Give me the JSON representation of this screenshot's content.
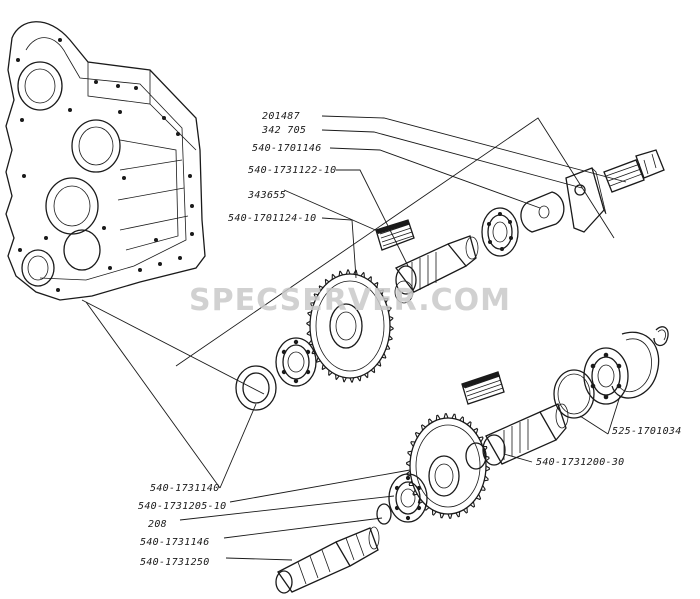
{
  "diagram": {
    "watermark": "SPECSERVER.COM",
    "part_labels": [
      {
        "id": "p201487",
        "text": "201487"
      },
      {
        "id": "p342705",
        "text": "342 705"
      },
      {
        "id": "p5401701146",
        "text": "540-1701146"
      },
      {
        "id": "p5401731122",
        "text": "540-1731122-10"
      },
      {
        "id": "p343655",
        "text": "343655"
      },
      {
        "id": "p5401701124",
        "text": "540-1701124-10"
      },
      {
        "id": "p5251701034",
        "text": "525-1701034"
      },
      {
        "id": "p5401731200",
        "text": "540-1731200-30"
      },
      {
        "id": "p5401731140",
        "text": "540-1731140"
      },
      {
        "id": "p5401731205",
        "text": "540-1731205-10"
      },
      {
        "id": "p208",
        "text": "208"
      },
      {
        "id": "p5401731146",
        "text": "540-1731146"
      },
      {
        "id": "p5401731250",
        "text": "540-1731250"
      }
    ]
  }
}
